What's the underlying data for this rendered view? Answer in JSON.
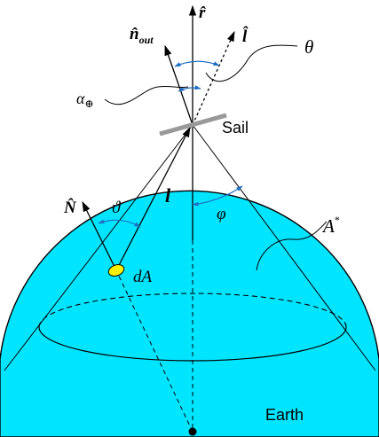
{
  "colors": {
    "earth_fill": "#00e5ff",
    "earth_stroke": "#000000",
    "sail": "#999999",
    "angle_arc": "#1e6fc2",
    "dA_patch": "#fff200",
    "line": "#000000"
  },
  "labels": {
    "r_hat": "r̂",
    "n_out": "n̂",
    "n_out_sub": "out",
    "l_hat": "l̂",
    "theta": "θ",
    "alpha": "α",
    "alpha_sub": "⊕",
    "sail": "Sail",
    "N_hat": "N̂",
    "vartheta": "ϑ",
    "l_vec": "l",
    "phi": "φ",
    "A_star": "A",
    "A_star_sup": "*",
    "dA": "dA",
    "earth": "Earth"
  }
}
